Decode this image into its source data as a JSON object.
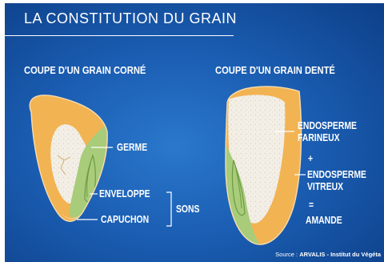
{
  "title": "LA CONSTITUTION DU GRAIN",
  "left_grain": {
    "subtitle": "COUPE D'UN GRAIN CORNÉ",
    "labels": {
      "germe": "GERME",
      "enveloppe": "ENVELOPPE",
      "capuchon": "CAPUCHON",
      "sons": "SONS"
    }
  },
  "right_grain": {
    "subtitle": "COUPE D'UN GRAIN DENTÉ",
    "labels": {
      "endosperme_farineux_1": "ENDOSPERME",
      "endosperme_farineux_2": "FARINEUX",
      "plus": "+",
      "endosperme_vitreux_1": "ENDOSPERME",
      "endosperme_vitreux_2": "VITREUX",
      "equals": "=",
      "amande": "AMANDE"
    }
  },
  "source": {
    "prefix": "Source : ",
    "author": "ARVALIS - Institut du Végéta"
  },
  "colors": {
    "background": "#1b5eb3",
    "vitreous_endosperm": "#f2b352",
    "floury_endosperm": "#f3efe6",
    "germ": "#a8cc7a",
    "text": "#ffffff"
  }
}
